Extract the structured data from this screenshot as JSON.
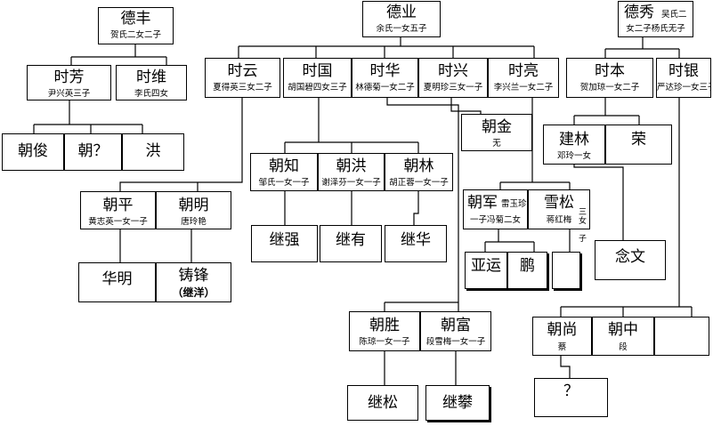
{
  "chart_data": {
    "type": "diagram",
    "nodes": {
      "defeng": {
        "name": "德丰",
        "note": "贺氏二女二子"
      },
      "deye": {
        "name": "德业",
        "note": "余氏一女五子"
      },
      "dexiu": {
        "name": "德秀",
        "note_a": "吴氏二",
        "note_b": "女二子杨氏无子"
      },
      "shifang": {
        "name": "时芳",
        "note": "尹兴英三子"
      },
      "shiwei": {
        "name": "时维",
        "note": "李氏四女"
      },
      "shiyun": {
        "name": "时云",
        "note": "夏得英三女二子"
      },
      "shiguo": {
        "name": "时国",
        "note": "胡国碧四女三子"
      },
      "shihua": {
        "name": "时华",
        "note": "林德菊一女二子"
      },
      "shixing": {
        "name": "时兴",
        "note": "夏明珍三女一子"
      },
      "shiliang": {
        "name": "时亮",
        "note": "李兴兰一女二子"
      },
      "shiben": {
        "name": "时本",
        "note": "贺加琼一女二子"
      },
      "shiyin": {
        "name": "时银",
        "note": "严达珍一女三子"
      },
      "chaojun": {
        "name": "朝俊"
      },
      "chao_q": {
        "name": "朝？"
      },
      "hong": {
        "name": "洪"
      },
      "chaojin": {
        "name": "朝金",
        "note": "无"
      },
      "jianlin": {
        "name": "建林",
        "note": "邓玲一女"
      },
      "rong": {
        "name": "荣"
      },
      "chaozhi": {
        "name": "朝知",
        "note": "邹氏一女一子"
      },
      "chaohong": {
        "name": "朝洪",
        "note": "谢泽芬一女一子"
      },
      "chaolin": {
        "name": "朝林",
        "note": "胡正蓉一女一子"
      },
      "chaoping": {
        "name": "朝平",
        "note": "黄志英一女一子"
      },
      "chaoming": {
        "name": "朝明",
        "note": "唐玲艳"
      },
      "chaojun2": {
        "name": "朝军",
        "note_a": "雷玉珍",
        "note_b": "一子冯菊二女"
      },
      "xuesong": {
        "name": "雪松",
        "note_a": "蒋红梅",
        "note_b": "三女一子"
      },
      "jiqiang": {
        "name": "继强"
      },
      "jiyou": {
        "name": "继有"
      },
      "jihua": {
        "name": "继华"
      },
      "yayun": {
        "name": "亚运"
      },
      "peng": {
        "name": "鹏"
      },
      "empty_a": {
        "name": ""
      },
      "nianwen": {
        "name": "念文"
      },
      "huaming": {
        "name": "华明"
      },
      "zhufeng": {
        "name": "铸锋",
        "note": "（继洋）"
      },
      "chaosheng": {
        "name": "朝胜",
        "note": "陈琼一女一子"
      },
      "chaofu": {
        "name": "朝富",
        "note": "段雪梅一女一子"
      },
      "chaoshang": {
        "name": "朝尚",
        "note": "蔡"
      },
      "chaozhong": {
        "name": "朝中",
        "note": "段"
      },
      "empty_b": {
        "name": ""
      },
      "jisong": {
        "name": "继松"
      },
      "jipan": {
        "name": "继攀"
      },
      "unknown": {
        "name": "？"
      }
    },
    "edges": [
      [
        "defeng",
        "shifang"
      ],
      [
        "defeng",
        "shiwei"
      ],
      [
        "deye",
        "shiyun"
      ],
      [
        "deye",
        "shiguo"
      ],
      [
        "deye",
        "shihua"
      ],
      [
        "deye",
        "shixing"
      ],
      [
        "deye",
        "shiliang"
      ],
      [
        "dexiu",
        "shiben"
      ],
      [
        "dexiu",
        "shiyin"
      ],
      [
        "shifang",
        "chaojun"
      ],
      [
        "shifang",
        "chao_q"
      ],
      [
        "shifang",
        "hong"
      ],
      [
        "shiyun",
        "chaoping"
      ],
      [
        "shiyun",
        "chaoming"
      ],
      [
        "shiguo",
        "chaozhi"
      ],
      [
        "shiguo",
        "chaohong"
      ],
      [
        "shiguo",
        "chaolin"
      ],
      [
        "shihua",
        "chaosheng"
      ],
      [
        "shihua",
        "chaofu"
      ],
      [
        "shixing",
        "chaojin"
      ],
      [
        "shiliang",
        "chaojun2"
      ],
      [
        "shiliang",
        "xuesong"
      ],
      [
        "shiben",
        "jianlin"
      ],
      [
        "shiben",
        "rong"
      ],
      [
        "shiyin",
        "chaoshang"
      ],
      [
        "shiyin",
        "chaozhong"
      ],
      [
        "shiyin",
        "empty_b"
      ],
      [
        "chaozhi",
        "jiqiang"
      ],
      [
        "chaohong",
        "jiyou"
      ],
      [
        "chaolin",
        "jihua"
      ],
      [
        "chaoping",
        "huaming"
      ],
      [
        "chaoming",
        "zhufeng"
      ],
      [
        "chaojun2",
        "yayun"
      ],
      [
        "chaojun2",
        "peng"
      ],
      [
        "xuesong",
        "empty_a"
      ],
      [
        "jianlin",
        "nianwen"
      ],
      [
        "chaosheng",
        "jisong"
      ],
      [
        "chaofu",
        "jipan"
      ],
      [
        "chaoshang",
        "unknown"
      ]
    ]
  }
}
